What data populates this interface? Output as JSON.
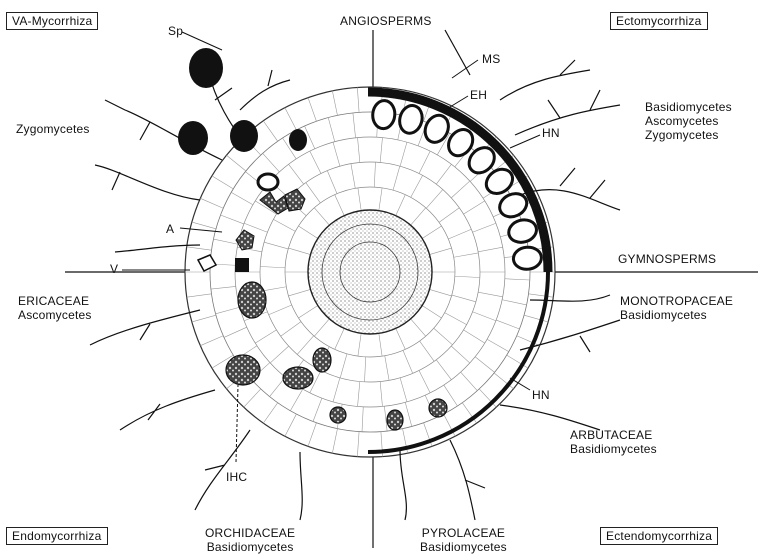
{
  "corner_boxes": {
    "top_left": "VA-Mycorrhiza",
    "top_right": "Ectomycorrhiza",
    "bottom_left": "Endomycorrhiza",
    "bottom_right": "Ectendomycorrhiza"
  },
  "axis_labels": {
    "top": "ANGIOSPERMS",
    "right": "GYMNOSPERMS"
  },
  "groups": {
    "zygomycetes": "Zygomycetes",
    "basidio_ascomycetes_top": [
      "Basidiomycetes",
      "Ascomycetes",
      "Zygomycetes"
    ],
    "ericaceae": [
      "ERICACEAE",
      "Ascomycetes"
    ],
    "monotropaceae": [
      "MONOTROPACEAE",
      "Basidiomycetes"
    ],
    "arbutaceae": [
      "ARBUTACEAE",
      "Basidiomycetes"
    ],
    "orchidaceae": [
      "ORCHIDACEAE",
      "Basidiomycetes"
    ],
    "pyrolaceae": [
      "PYROLACEAE",
      "Basidiomycetes"
    ]
  },
  "structure_labels": {
    "sp": "Sp",
    "a": "A",
    "v": "V",
    "ms": "MS",
    "eh": "EH",
    "hn_top": "HN",
    "hn_bottom": "HN",
    "ihc": "IHC"
  }
}
